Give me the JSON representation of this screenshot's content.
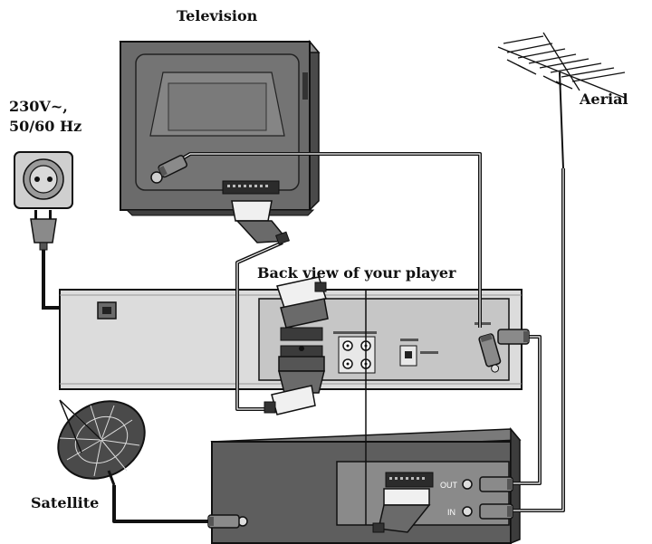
{
  "labels": {
    "television": "Television",
    "power_voltage": "230V~,",
    "power_frequency": "50/60 Hz",
    "aerial": "Aerial",
    "back_view": "Back view of your player",
    "satellite": "Satellite"
  },
  "receiver_jacks": {
    "out": "OUT",
    "in": "IN"
  },
  "colors": {
    "line": "#111111",
    "tv_body": "#6b6b6b",
    "tv_screen": "#7d7d7d",
    "socket": "#cfcfcf",
    "player_body": "#dcdcdc",
    "player_panel": "#c6c6c6",
    "receiver_body": "#5e5e5e",
    "receiver_panel": "#8a8a8a",
    "plug": "#9a9a9a"
  }
}
